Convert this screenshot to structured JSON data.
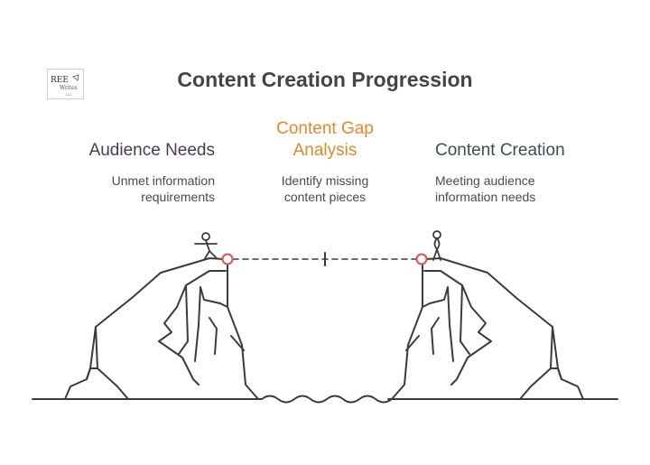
{
  "title": "Content Creation Progression",
  "logo": {
    "text_line1": "REE",
    "text_line2": "Writes",
    "text_line3": "LLC"
  },
  "left": {
    "heading": "Audience Needs",
    "description_lines": [
      "Unmet information",
      "requirements"
    ]
  },
  "middle": {
    "heading_lines": [
      "Content Gap",
      "Analysis"
    ],
    "description_lines": [
      "Identify missing",
      "content pieces"
    ]
  },
  "right": {
    "heading": "Content Creation",
    "description_lines": [
      "Meeting audience",
      "information needs"
    ]
  },
  "colors": {
    "title": "#444444",
    "left_heading": "#4b3a4f",
    "middle_heading": "#e08a2d",
    "right_heading": "#3a4f55",
    "line": "#3b3b3b",
    "marker": "#d9534f"
  },
  "icons": [
    "person-stretching-icon",
    "person-standing-icon",
    "gap-marker-icon",
    "water-wave-icon"
  ]
}
